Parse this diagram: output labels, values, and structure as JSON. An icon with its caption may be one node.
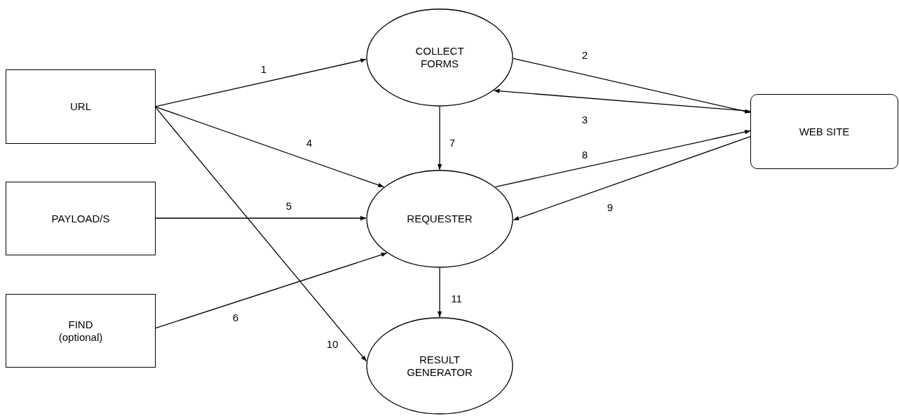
{
  "diagram": {
    "nodes": [
      {
        "text": [
          "URL"
        ]
      },
      {
        "text": [
          "PAYLOAD/S"
        ]
      },
      {
        "text": [
          "FIND",
          "(optional)"
        ]
      },
      {
        "text": [
          "COLLECT FORMS"
        ]
      },
      {
        "text": [
          "REQUESTER"
        ]
      },
      {
        "text": [
          "RESULT GENERATOR"
        ]
      },
      {
        "text": [
          "WEB SITE"
        ]
      }
    ],
    "edges": [
      {
        "from": 0,
        "to": 3,
        "arrow": "to",
        "label": "1"
      },
      {
        "from": 3,
        "to": 6,
        "arrow": "to",
        "label": "2"
      },
      {
        "from": 6,
        "to": 3,
        "arrow": "to",
        "label": "3"
      },
      {
        "from": 0,
        "to": 4,
        "arrow": "to",
        "label": "4"
      },
      {
        "from": 1,
        "to": 4,
        "arrow": "to",
        "label": "5"
      },
      {
        "from": 2,
        "to": 4,
        "arrow": "to",
        "label": "6"
      },
      {
        "from": 3,
        "to": 4,
        "arrow": "to",
        "label": "7"
      },
      {
        "from": 4,
        "to": 6,
        "arrow": "to",
        "label": "8"
      },
      {
        "from": 6,
        "to": 4,
        "arrow": "to",
        "label": "9"
      },
      {
        "from": 0,
        "to": 5,
        "arrow": "to",
        "label": "10"
      },
      {
        "from": 4,
        "to": 5,
        "arrow": "to",
        "label": "11"
      }
    ]
  }
}
